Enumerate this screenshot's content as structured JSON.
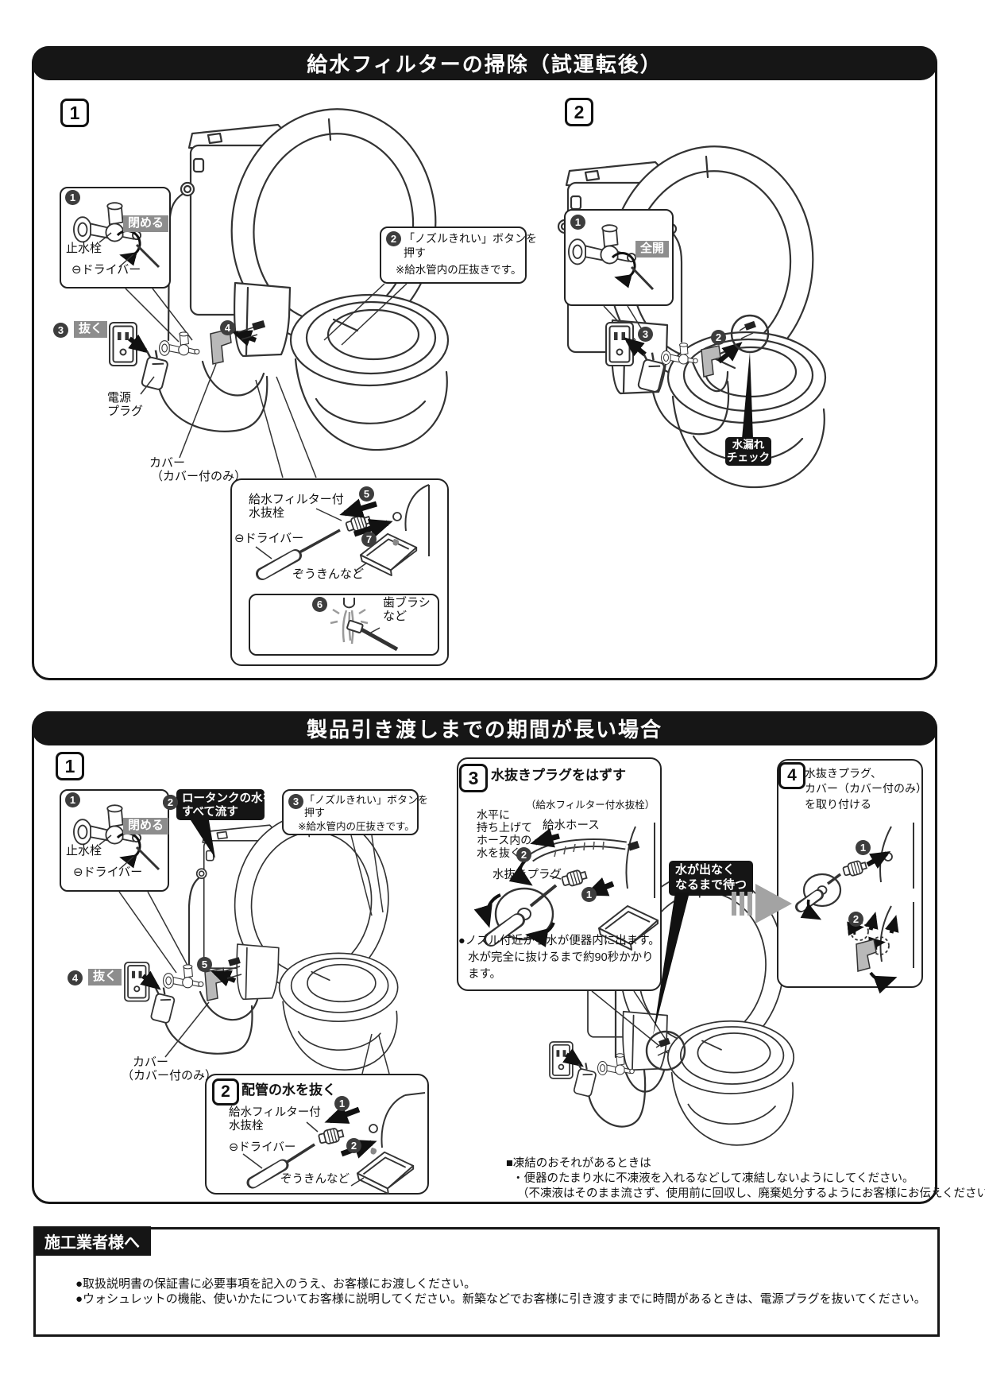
{
  "colors": {
    "accent_black": "#161616",
    "badge_gray": "#8d8d8d",
    "cover_gray": "#b9b9b9",
    "arrow_gray": "#a3a3a3"
  },
  "nums": {
    "n1": "1",
    "n2": "2",
    "n3": "3",
    "n4": "4",
    "n5": "5",
    "n6": "6",
    "n7": "7"
  },
  "labels": {
    "shutoff": "止水栓",
    "driver": "⊖ドライバー",
    "close": "閉める",
    "open": "全開",
    "pull": "抜く",
    "cloth": "ぞうきんなど",
    "filter1": "給水フィルター付",
    "filter2": "水抜栓",
    "cover1": "カバー",
    "cover2": "（カバー付のみ）",
    "power1": "電源",
    "power2": "プラグ",
    "brush1": "歯ブラシ",
    "brush2": "など"
  },
  "nozzle": {
    "l1": "「ノズルきれい」ボタンを",
    "l2": "押す",
    "note": "※給水管内の圧抜きです。"
  },
  "sec1": {
    "title": "給水フィルターの掃除（試運転後）",
    "step1": "1",
    "step2": "2",
    "leak1": "水漏れ",
    "leak2": "チェック"
  },
  "sec2": {
    "title": "製品引き渡しまでの期間が長い場合",
    "step1": "1",
    "tank1": "ロータンクの水を",
    "tank2": "すべて流す",
    "box2": {
      "step": "2",
      "title": "配管の水を抜く"
    },
    "box3": {
      "step": "3",
      "title": "水抜きプラグをはずす",
      "paren": "（給水フィルター付水抜栓）",
      "lift1": "水平に",
      "lift2": "持ち上げて",
      "lift3": "ホース内の",
      "lift4": "水を抜く",
      "hose": "給水ホース",
      "plug": "水抜きプラグ",
      "note1": "●ノズル付近から水が便器内に出ます。",
      "note2": "水が完全に抜けるまで約90秒かかり",
      "note3": "ます。"
    },
    "wait1": "水が出なく",
    "wait2": "なるまで待つ",
    "box4": {
      "step": "4",
      "t1": "水抜きプラグ、",
      "t2": "カバー（カバー付のみ）",
      "t3": "を取り付ける"
    },
    "freeze1": "■凍結のおそれがあるときは",
    "freeze2": "・便器のたまり水に不凍液を入れるなどして凍結しないようにしてください。",
    "freeze3": "（不凍液はそのまま流さず、使用前に回収し、廃棄処分するようにお客様にお伝えください。）"
  },
  "sec3": {
    "title": "施工業者様へ",
    "b1": "●取扱説明書の保証書に必要事項を記入のうえ、お客様にお渡しください。",
    "b2": "●ウォシュレットの機能、使いかたについてお客様に説明してください。新築などでお客様に引き渡すまでに時間があるときは、電源プラグを抜いてください。"
  }
}
